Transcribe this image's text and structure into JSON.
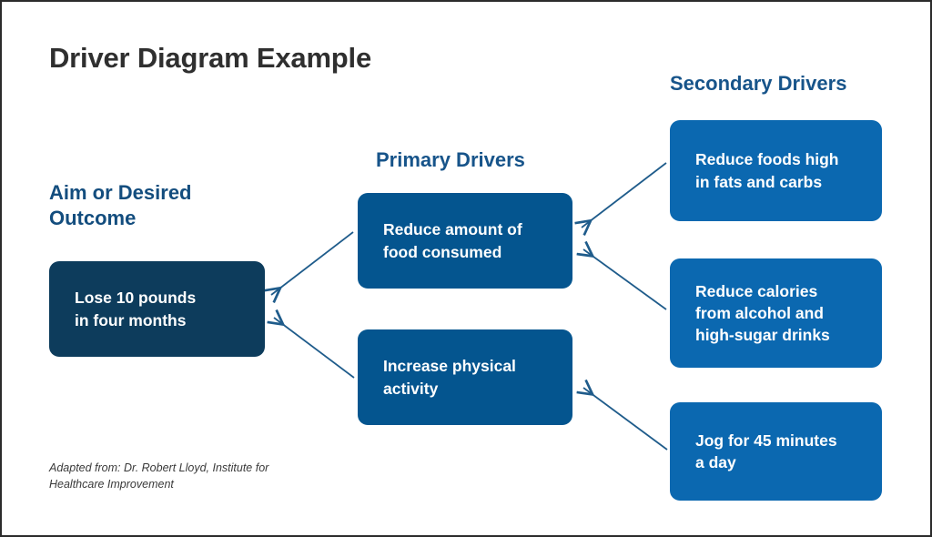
{
  "title": "Driver Diagram Example",
  "headings": {
    "aim": "Aim or Desired\nOutcome",
    "primary": "Primary Drivers",
    "secondary": "Secondary Drivers"
  },
  "colors": {
    "aim_box": "#0d3c5c",
    "primary_box": "#04558f",
    "secondary_box": "#0b68b0",
    "heading_blue": "#17548a",
    "title_gray": "#2f2f2f",
    "arrow": "#1f5c8b",
    "frame": "#2b2b2b",
    "background": "#ffffff"
  },
  "nodes": {
    "aim": {
      "label": "Lose 10 pounds\nin four months"
    },
    "primary": [
      {
        "label": "Reduce amount of\nfood consumed"
      },
      {
        "label": "Increase physical\nactivity"
      }
    ],
    "secondary": [
      {
        "label": "Reduce foods high\nin fats and carbs"
      },
      {
        "label": "Reduce calories\nfrom alcohol and\nhigh-sugar drinks"
      },
      {
        "label": "Jog for 45 minutes\na day"
      }
    ]
  },
  "connectors": [
    {
      "name": "primary-1-to-aim",
      "from": "Reduce amount of food consumed",
      "to": "Lose 10 pounds in four months"
    },
    {
      "name": "primary-2-to-aim",
      "from": "Increase physical activity",
      "to": "Lose 10 pounds in four months"
    },
    {
      "name": "secondary-1-to-primary-1",
      "from": "Reduce foods high in fats and carbs",
      "to": "Reduce amount of food consumed"
    },
    {
      "name": "secondary-2-to-primary-1",
      "from": "Reduce calories from alcohol and high-sugar drinks",
      "to": "Reduce amount of food consumed"
    },
    {
      "name": "secondary-3-to-primary-2",
      "from": "Jog for 45 minutes a day",
      "to": "Increase physical activity"
    }
  ],
  "attribution": "Adapted from: Dr. Robert Lloyd, Institute for Healthcare Improvement"
}
